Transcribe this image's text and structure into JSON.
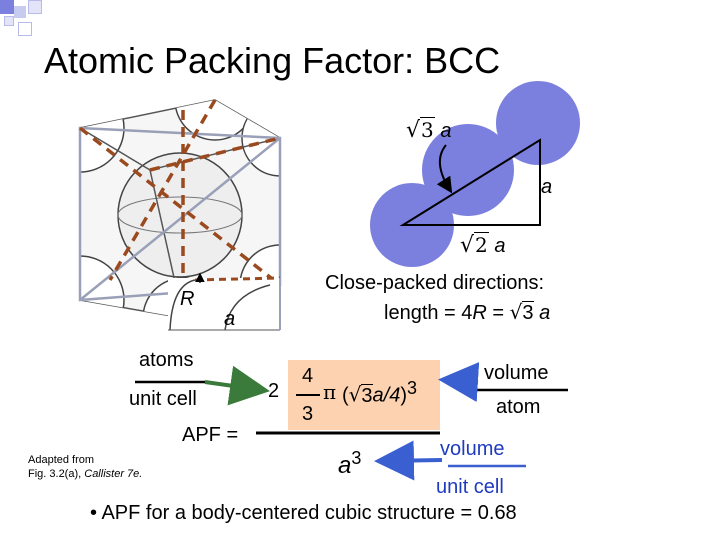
{
  "slide": {
    "title": "Atomic Packing Factor:  BCC",
    "colors": {
      "accent_blue": "#7b80de",
      "dash_brown": "#9a4a1e",
      "gray_edge": "#9aa0b8",
      "highlight_orange": "#fcd2b0",
      "arrow_green": "#3a7a3a",
      "arrow_blue": "#3a5fd0"
    }
  },
  "geometry_labels": {
    "sqrt3": "3",
    "a_diag": "a",
    "a_side": "a",
    "sqrt2": "2",
    "a_face": "a",
    "R": "R",
    "a_cube": "a"
  },
  "close_packed": {
    "line1": "Close-packed directions:",
    "line2_prefix": "length = 4",
    "line2_R": "R",
    "line2_eq": " = ",
    "line2_sqrt": "3",
    "line2_a": "a"
  },
  "fraction": {
    "atoms": "atoms",
    "unit_cell": "unit cell",
    "apf_label": "APF =",
    "coef": "2",
    "four": "4",
    "three": "3",
    "pi": "π",
    "open": "(",
    "sqrt3": "3",
    "a_over": "a/4",
    "close": ")",
    "cube": "3",
    "denom_a": "a",
    "denom_exp": "3",
    "volume_atom_top": "volume",
    "volume_atom_bottom": "atom",
    "volume_cell_top": "volume",
    "volume_cell_bottom": "unit cell"
  },
  "credit": {
    "line1": "Adapted from",
    "line2_prefix": "Fig. 3.2(a), ",
    "line2_italic": "Callister 7e."
  },
  "bullet": {
    "marker": "•",
    "text": "APF for a body-centered cubic structure = 0.68"
  }
}
